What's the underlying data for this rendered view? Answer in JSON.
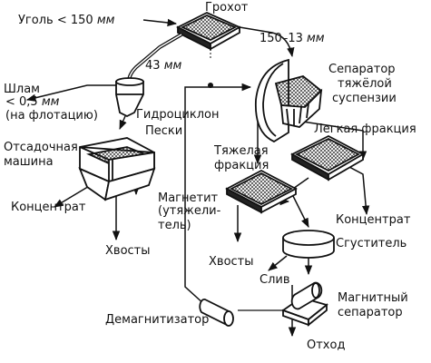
{
  "labels": {
    "coal": "Уголь",
    "coal_size": "< 150",
    "coal_unit": "мм",
    "screen": "Грохот",
    "coarse_size": "150–13",
    "coarse_unit": "мм",
    "fine_size": "43",
    "fine_unit": "мм",
    "separator_l1": "Сепаратор",
    "separator_l2": "тяжёлой",
    "separator_l3": "суспензии",
    "slime_l1": "Шлам",
    "slime_l2a": "< 0,5",
    "slime_l2b": "мм",
    "slime_l3": "(на флотацию)",
    "hydrocyclone": "Гидроциклон",
    "sands": "Пески",
    "jig_l1": "Отсадочная",
    "jig_l2": "машина",
    "light_fraction": "Легкая фракция",
    "heavy_l1": "Тяжелая",
    "heavy_l2": "фракция",
    "concentrate_left": "Концентрат",
    "concentrate_right": "Концентрат",
    "magnetite_l1": "Магнетит",
    "magnetite_l2": "(утяжели-",
    "magnetite_l3": "тель)",
    "tailings_left": "Хвосты",
    "tailings_mid": "Хвосты",
    "thickener": "Сгуститель",
    "overflow": "Слив",
    "magnetic_l1": "Магнитный",
    "magnetic_l2": "сепаратор",
    "demagnetizer": "Демагнитизатор",
    "waste": "Отход"
  }
}
